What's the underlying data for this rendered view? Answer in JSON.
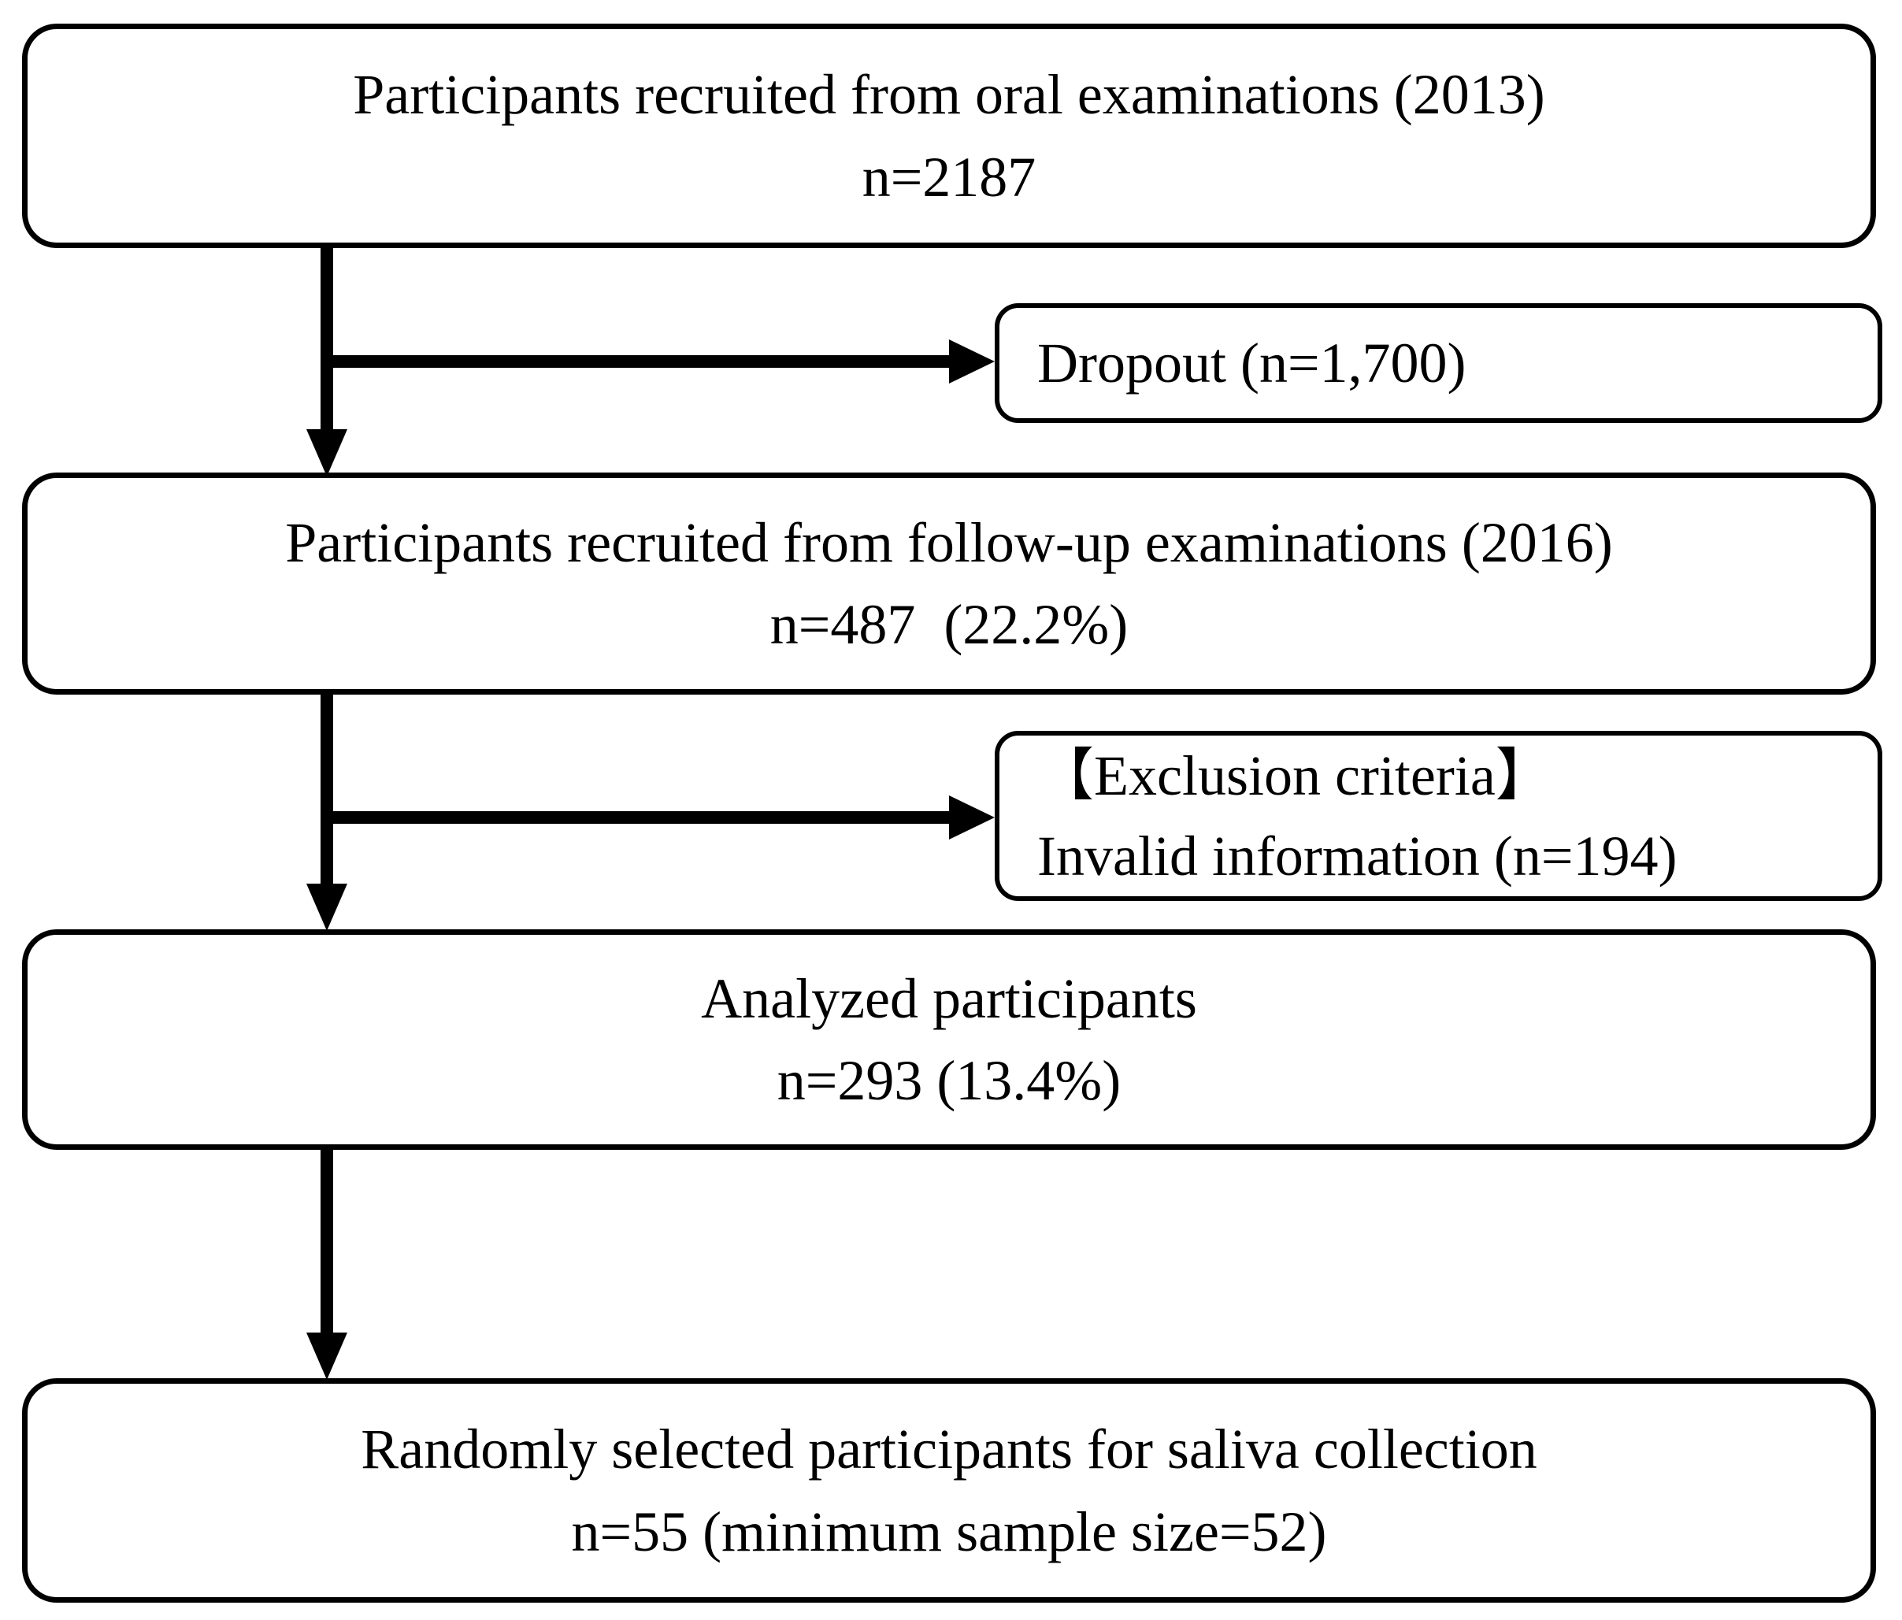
{
  "colors": {
    "line": "#000000",
    "background": "#ffffff",
    "box_fill": "#ffffff"
  },
  "boxes": {
    "recruited2013": {
      "line1": "Participants recruited from oral examinations (2013)",
      "line2": "n=2187"
    },
    "dropout": {
      "line1": "Dropout (n=1,700)"
    },
    "recruited2016": {
      "line1": "Participants recruited from follow-up examinations (2016)",
      "line2": "n=487  (22.2%)"
    },
    "exclusion": {
      "line1": "【Exclusion criteria】",
      "line2": "Invalid information (n=194)"
    },
    "analyzed": {
      "line1": "Analyzed participants",
      "line2": "n=293 (13.4%)"
    },
    "saliva": {
      "line1": "Randomly selected participants for saliva collection",
      "line2": "n=55 (minimum sample size=52)"
    }
  }
}
